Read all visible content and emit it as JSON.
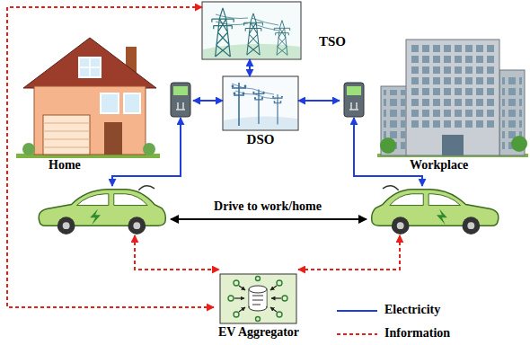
{
  "diagram": {
    "nodes": [
      {
        "text": [
          "TSO"
        ]
      },
      {
        "text": [
          "Home"
        ]
      },
      {
        "text": [
          "DSO"
        ]
      },
      {
        "text": [
          "Workplace"
        ]
      },
      {
        "text": [
          "EV Aggregator"
        ]
      }
    ],
    "edges": [
      {
        "from": 0,
        "to": 2,
        "arrow": "both"
      },
      {
        "from": 1,
        "to": 2,
        "arrow": "both"
      },
      {
        "from": 2,
        "to": 3,
        "arrow": "both"
      },
      {
        "from": 0,
        "to": 4,
        "arrow": "both"
      }
    ],
    "labels": [
      "Drive to work/home"
    ],
    "legend": [
      {
        "text": "Electricity"
      },
      {
        "text": "Information"
      }
    ]
  }
}
